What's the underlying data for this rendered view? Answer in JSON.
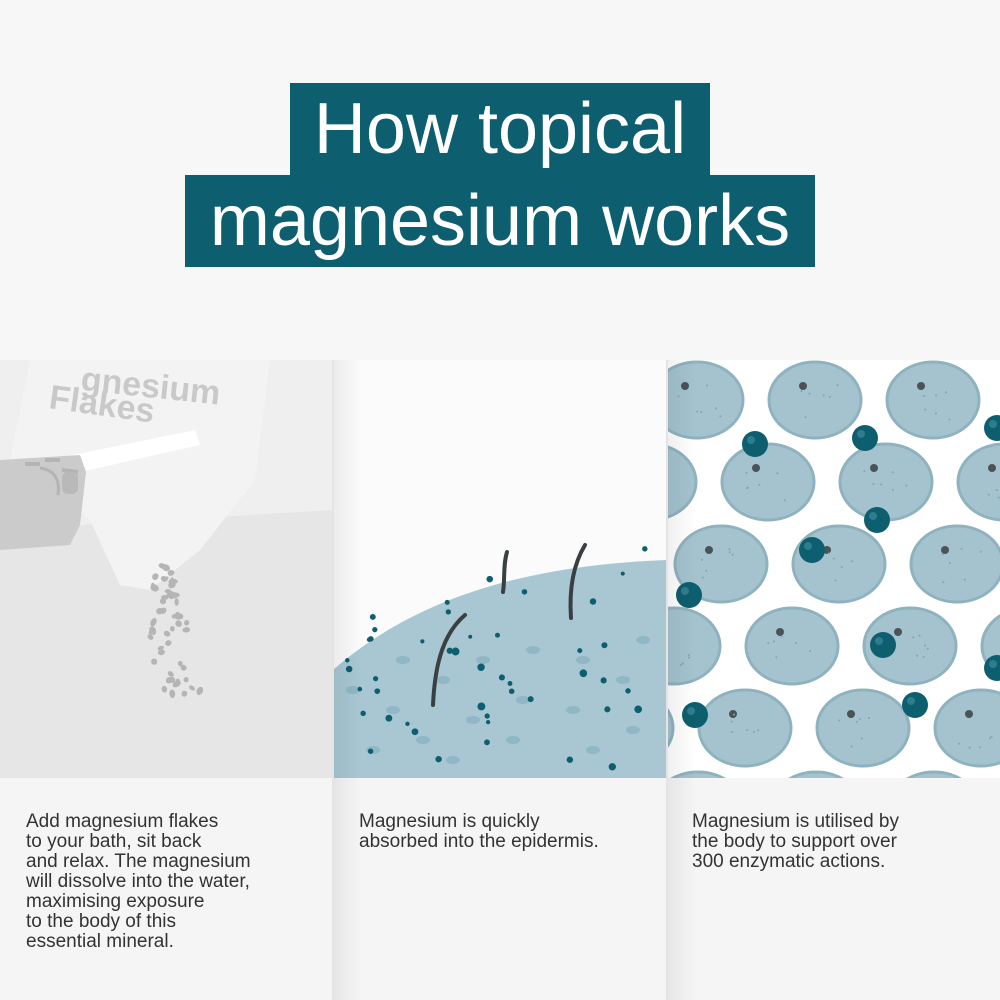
{
  "title": {
    "line1": "How topical",
    "line2": "magnesium works"
  },
  "colors": {
    "brand": "#0d5e6e",
    "skin": "#a8c7d2",
    "cell": "#a4c3cf",
    "cell_outline": "#8fb2bf"
  },
  "panels": [
    {
      "illustration": "bath-flakes-illustration",
      "packet_label_line1": "gnesium",
      "packet_label_line2": "Flakes",
      "caption": "Add magnesium flakes\nto your bath, sit back\nand relax. The magnesium\nwill dissolve into the water,\nmaximising exposure\nto the body of this\nessential mineral."
    },
    {
      "illustration": "skin-absorption-illustration",
      "caption": "Magnesium is quickly\nabsorbed into the epidermis."
    },
    {
      "illustration": "cells-illustration",
      "caption": "Magnesium is utilised by\nthe body to support over\n300 enzymatic actions."
    }
  ]
}
